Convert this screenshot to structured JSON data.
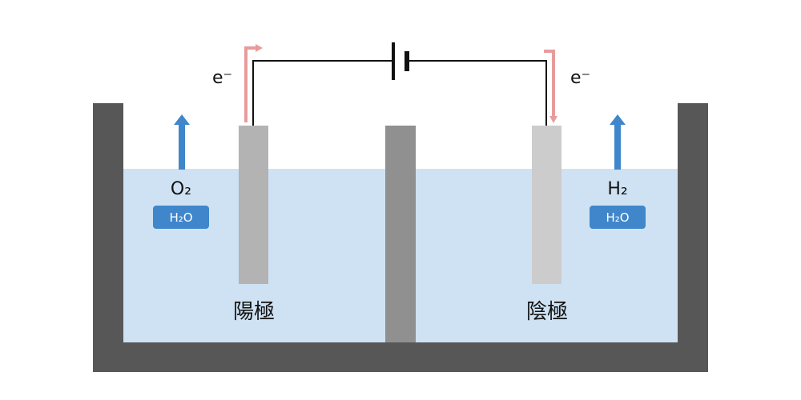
{
  "labels": {
    "electron_left": "e⁻",
    "electron_right": "e⁻",
    "gas_left": "O₂",
    "gas_right": "H₂",
    "water_left": "H₂O",
    "water_right": "H₂O",
    "anode": "陽極",
    "cathode": "陰極"
  },
  "colors": {
    "tank_wall": "#575757",
    "water": "#cfe2f3",
    "divider": "#909090",
    "anode_electrode": "#b3b3b3",
    "cathode_electrode": "#cccccc",
    "wire": "#111111",
    "electron_flow": "#e89b9b",
    "gas_arrow": "#3f86cb",
    "water_badge": "#3f86cb"
  },
  "icons": {
    "battery": "battery-symbol-icon",
    "gas_rise": "up-arrow-icon",
    "electron_flow": "electron-flow-arrow-icon"
  }
}
